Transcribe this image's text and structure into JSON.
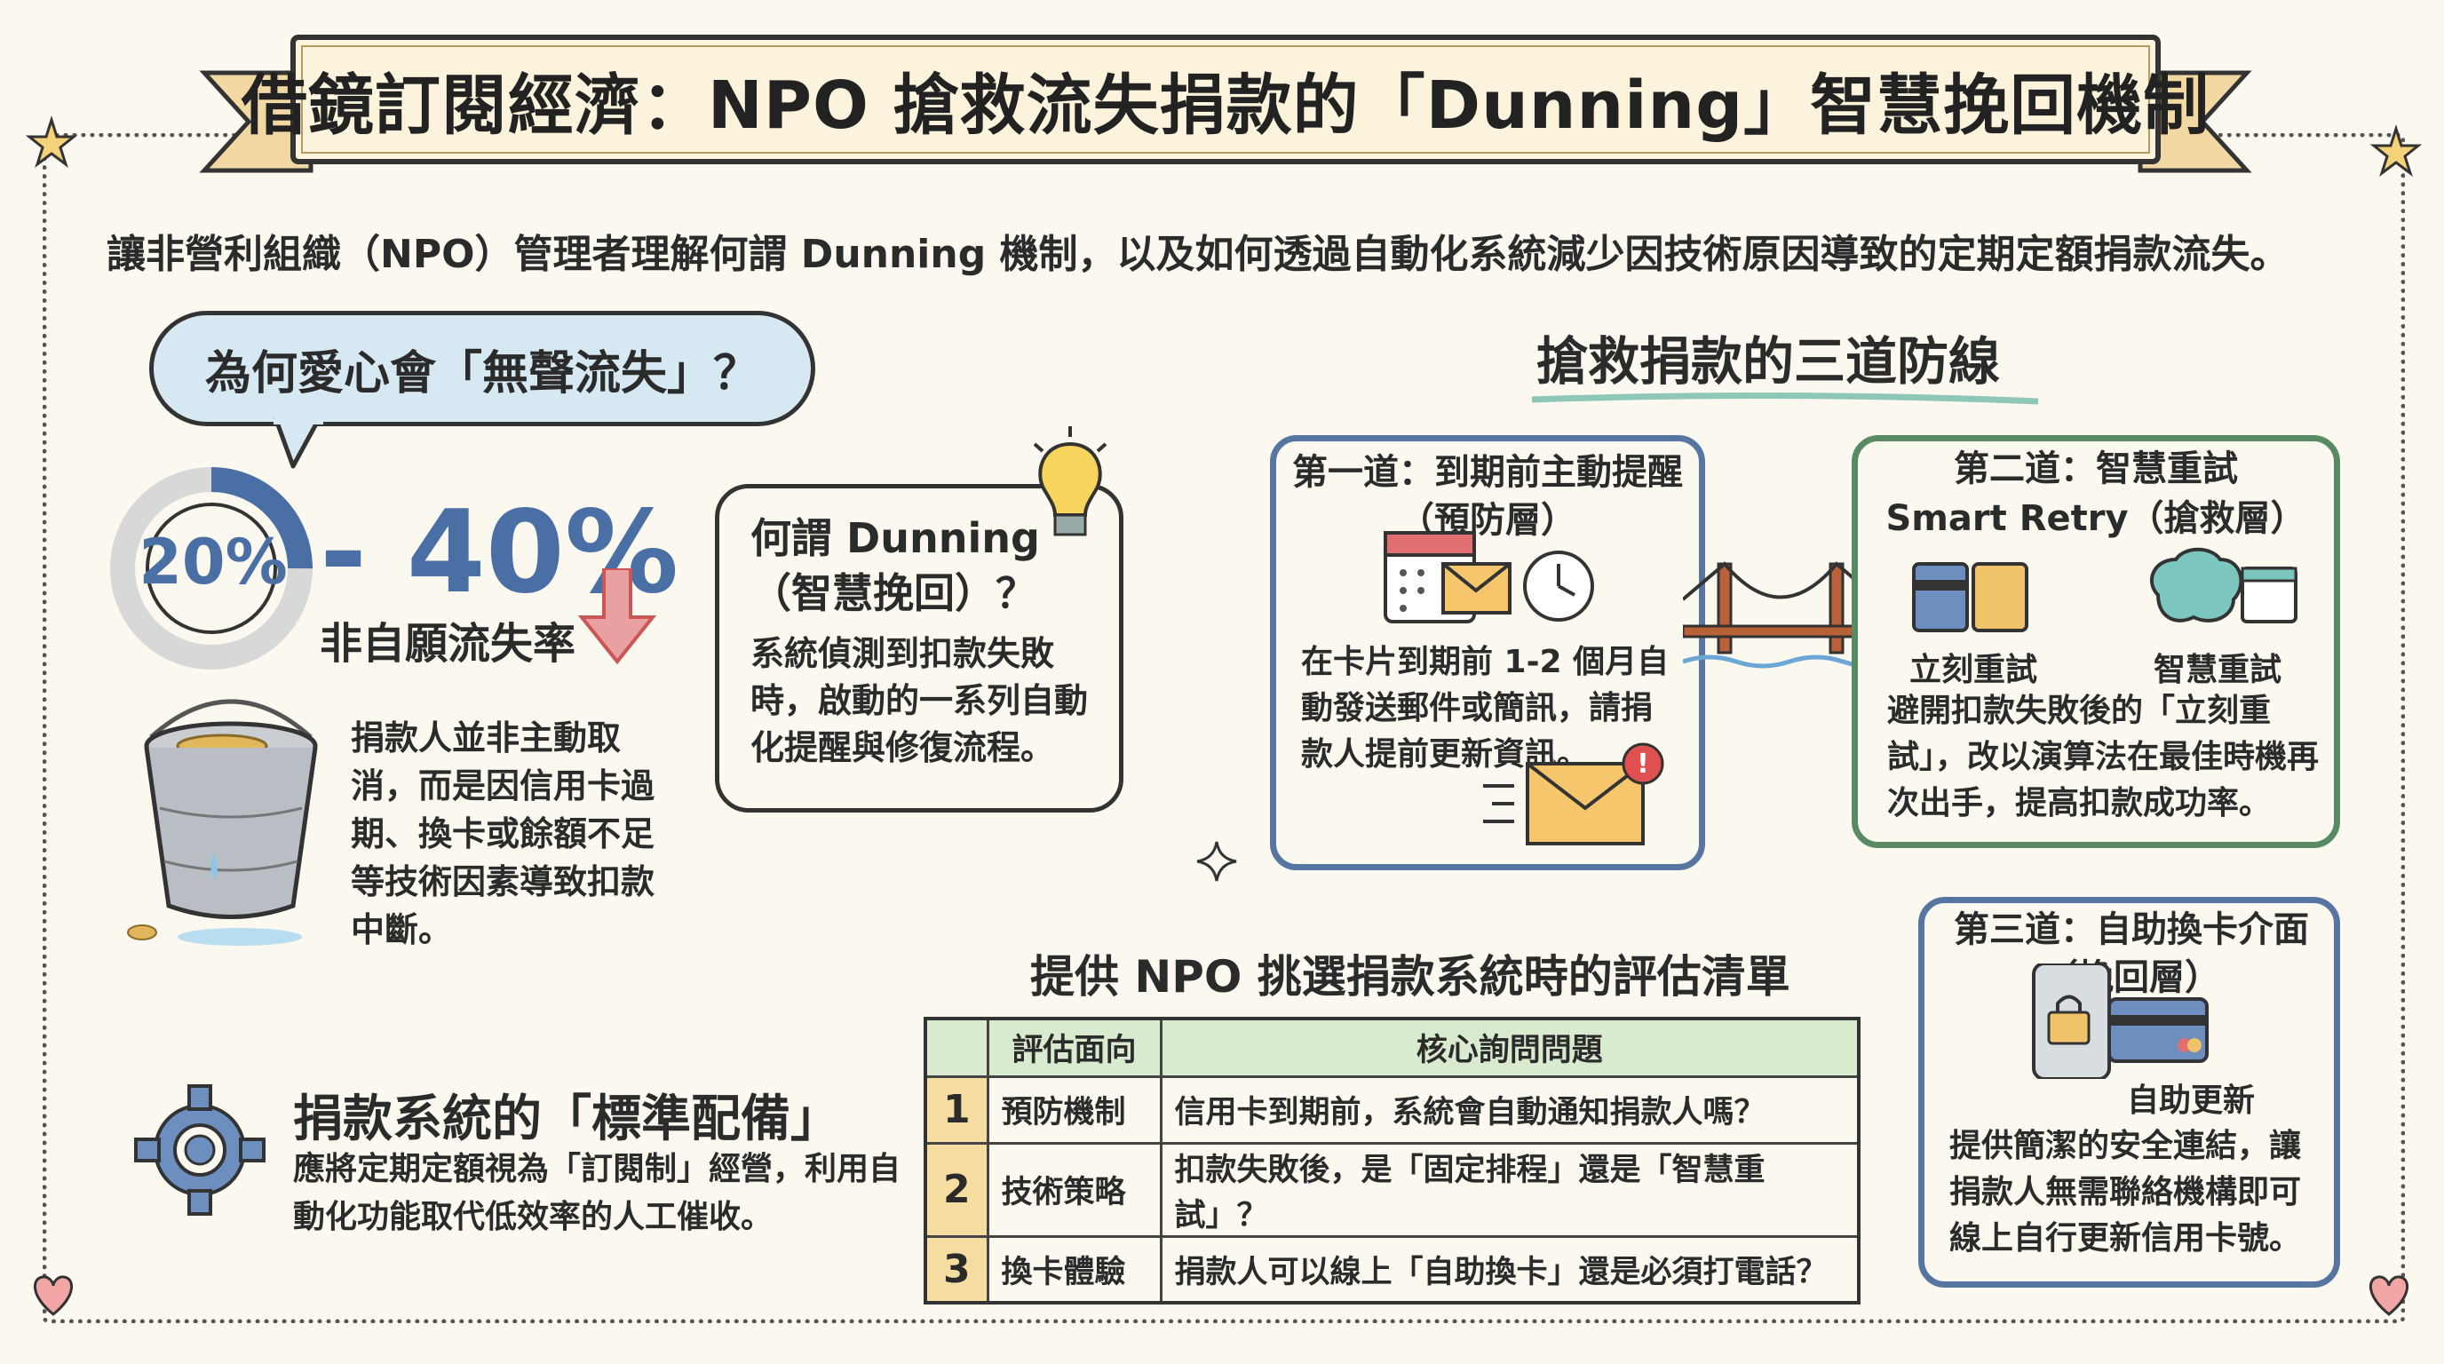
{
  "title": "借鏡訂閱經濟：NPO 搶救流失捐款的「Dunning」智慧挽回機制",
  "subtitle": "讓非營利組織（NPO）管理者理解何謂 Dunning 機制，以及如何透過自動化系統減少因技術原因導致的定期定額捐款流失。",
  "left": {
    "why_title": "為何愛心會「無聲流失」？",
    "pct_inner": "20%",
    "pct_range": "- 40%",
    "pct_ring_fraction": 0.25,
    "pct_label": "非自願流失率",
    "bucket_text": "捐款人並非主動取消，而是因信用卡過期、換卡或餘額不足等技術因素導致扣款中斷。",
    "dunning_title": "何謂 Dunning（智慧挽回）？",
    "dunning_body": "系統偵測到扣款失敗時，啟動的一系列自動化提醒與修復流程。",
    "std_title": "捐款系統的「標準配備」",
    "std_body": "應將定期定額視為「訂閱制」經營，利用自動化功能取代低效率的人工催收。"
  },
  "lines": {
    "title": "搶救捐款的三道防線",
    "card1": {
      "title_line1": "第一道：到期前主動提醒",
      "title_line2": "（預防層）",
      "body": "在卡片到期前 1-2 個月自動發送郵件或簡訊，請捐款人提前更新資訊。"
    },
    "card2": {
      "title_line1": "第二道：智慧重試",
      "title_line2": "Smart Retry（搶救層）",
      "label1": "立刻重試",
      "label2": "智慧重試",
      "body": "避開扣款失敗後的「立刻重試」，改以演算法在最佳時機再次出手，提高扣款成功率。"
    },
    "card3": {
      "title_line1": "第三道：自助換卡介面",
      "title_line2": "（挽回層）",
      "label": "自助更新",
      "body": "提供簡潔的安全連結，讓捐款人無需聯絡機構即可線上自行更新信用卡號。"
    }
  },
  "checklist": {
    "title": "提供 NPO 挑選捐款系統時的評估清單",
    "headers": [
      "評估面向",
      "核心詢問問題"
    ],
    "rows": [
      {
        "num": "1",
        "aspect": "預防機制",
        "question": "信用卡到期前，系統會自動通知捐款人嗎？"
      },
      {
        "num": "2",
        "aspect": "技術策略",
        "question": "扣款失敗後，是「固定排程」還是「智慧重試」？"
      },
      {
        "num": "3",
        "aspect": "換卡體驗",
        "question": "捐款人可以線上「自助換卡」還是必須打電話？"
      }
    ]
  },
  "colors": {
    "blue": "#4a6fa5",
    "green": "#5a8a63",
    "red": "#e06a6a",
    "bubble": "#d6e8f2",
    "table_head": "#d9ebcf",
    "table_num": "#f5dca0"
  }
}
